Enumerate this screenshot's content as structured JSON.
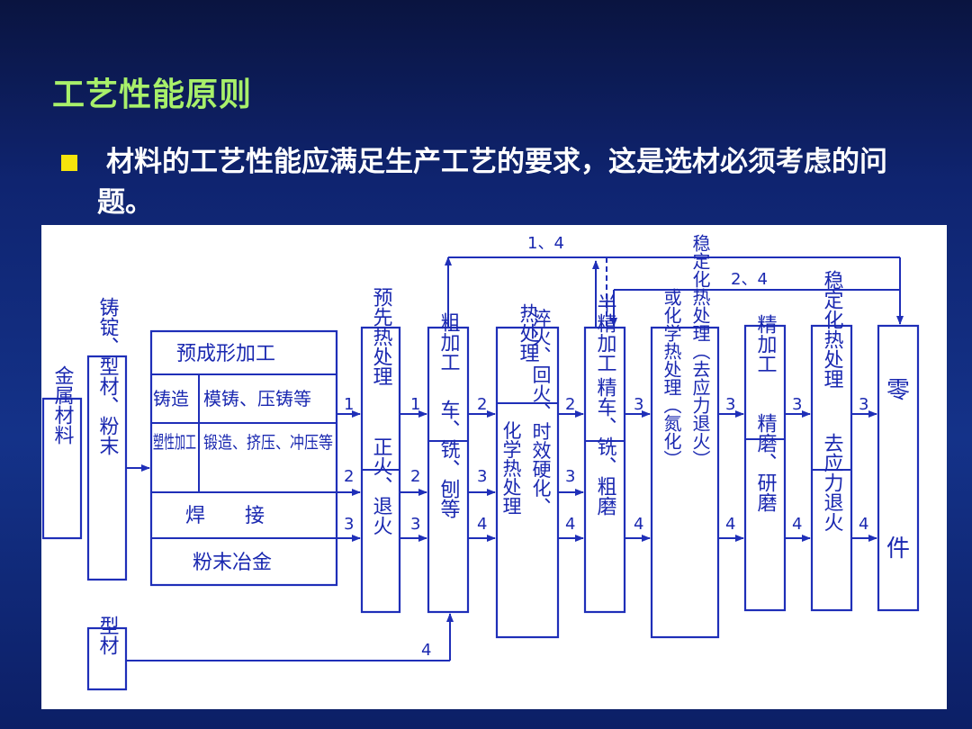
{
  "slide": {
    "title": "工艺性能原则",
    "bullet_text": "材料的工艺性能应满足生产工艺的要求，这是选材必须考虑的问题。"
  },
  "diagram": {
    "metal_materials": "金属材料",
    "ingot": "铸锭、型材、粉末",
    "preforming_header": "预成形加工",
    "casting": "铸造",
    "casting_methods": "模铸、压铸等",
    "plastic_working": "塑性加工",
    "plastic_methods": "锻造、挤压、冲压等",
    "welding": "焊　　接",
    "powder_metallurgy": "粉末冶金",
    "preheat": "预先热处理",
    "normalize": "正火、退火",
    "rough_machining": "粗加工",
    "rough_methods": "车、铣、刨等",
    "heat_treatment": "热处理",
    "heat_methods": "淬火、回火、时效硬化、",
    "chemical_heat": "化学热处理",
    "semi_finishing": "半精加工",
    "semi_methods": "精车、铣、粗磨",
    "stabilize_chem": "稳定化热处理（去应力退火）",
    "stabilize_chem2": "或化学热处理（氮化）",
    "finishing": "精加工",
    "finishing_methods": "精磨、研磨",
    "stabilize": "稳定化热处理",
    "stress_relief": "去应力退火",
    "part_top": "零",
    "part_bottom": "件",
    "profile": "型材",
    "route_1_4": "1、4",
    "route_2_4": "2、4",
    "route_labels": [
      "1",
      "2",
      "3",
      "4"
    ]
  }
}
